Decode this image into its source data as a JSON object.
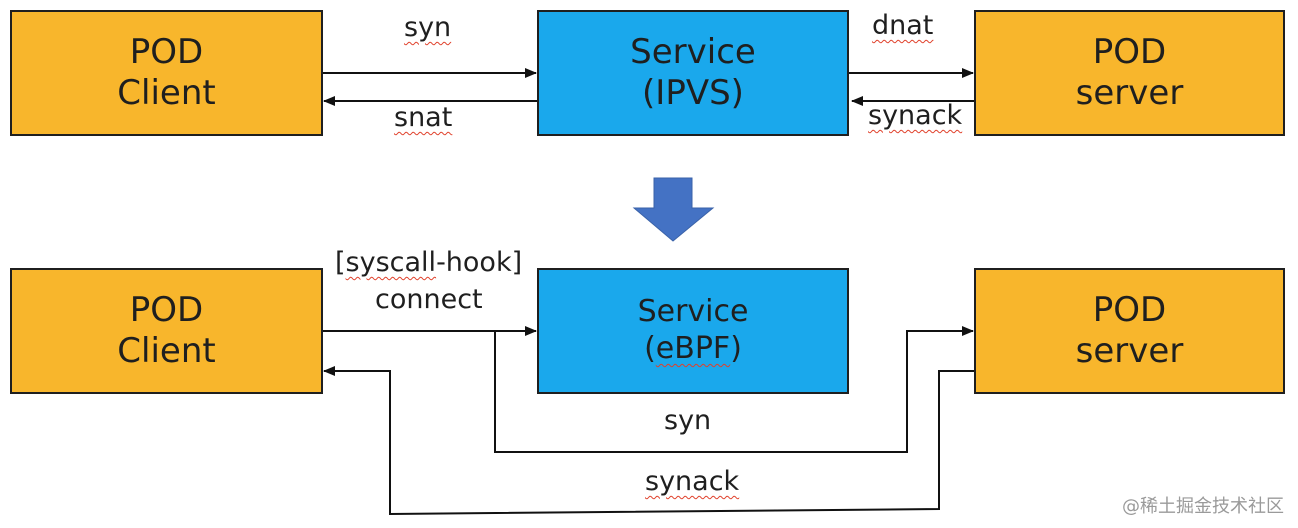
{
  "top": {
    "client": {
      "line1": "POD",
      "line2": "Client"
    },
    "service": {
      "line1": "Service",
      "line2": "(IPVS)"
    },
    "server": {
      "line1": "POD",
      "line2": "server"
    },
    "labels": {
      "syn": "syn",
      "snat": "snat",
      "dnat": "dnat",
      "synack": "synack"
    }
  },
  "bottom": {
    "client": {
      "line1": "POD",
      "line2": "Client"
    },
    "service": {
      "line1": "Service",
      "line2_prefix": "(",
      "line2_word": "eBPF",
      "line2_suffix": ")"
    },
    "server": {
      "line1": "POD",
      "line2": "server"
    },
    "labels": {
      "hook_prefix": "[",
      "hook_word": "syscall",
      "hook_suffix": "-hook]",
      "connect": "connect",
      "syn": "syn",
      "synack": "synack"
    }
  },
  "colors": {
    "pod": "#f8b62c",
    "service": "#1aa8ec",
    "down_arrow": "#4472c4"
  },
  "icons": {
    "transition": "down-arrow-icon"
  },
  "watermark": "@稀土掘金技术社区"
}
